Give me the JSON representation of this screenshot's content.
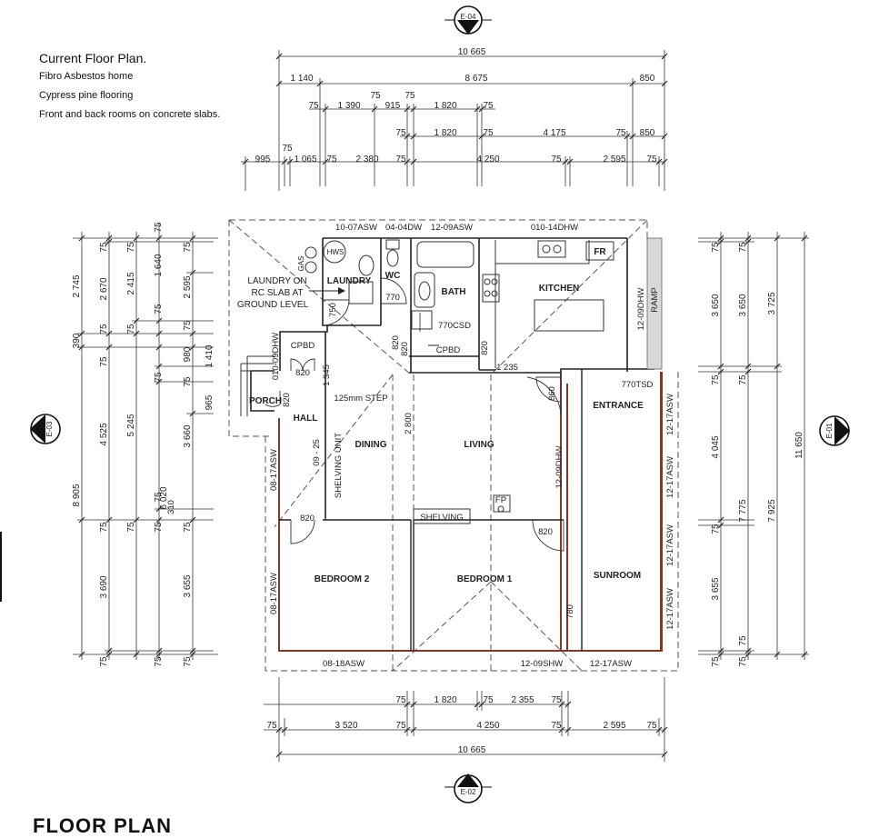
{
  "notes": {
    "title": "Current Floor Plan.",
    "lines": [
      "Fibro Asbestos home",
      "Cypress pine flooring",
      "Front and back rooms on concrete slabs."
    ]
  },
  "footer_title": "FLOOR PLAN",
  "elevation_markers": {
    "top": "E-04",
    "bottom": "E-02",
    "left": "E-03",
    "right": "E-01"
  },
  "rooms": {
    "laundry": "LAUNDRY",
    "wc": "WC",
    "bath": "BATH",
    "kitchen": "KITCHEN",
    "porch": "PORCH",
    "hall": "HALL",
    "dining": "DINING",
    "living": "LIVING",
    "entrance": "ENTRANCE",
    "bedroom2": "BEDROOM 2",
    "bedroom1": "BEDROOM 1",
    "sunroom": "SUNROOM"
  },
  "fixtures": {
    "fr": "FR",
    "hws": "HWS",
    "gas": "GAS",
    "fp": "FP",
    "cpbd": "CPBD",
    "shelving": "SHELVING",
    "ramp": "RAMP",
    "step": "125mm STEP",
    "shelving_unit": "SHELVING UNIT",
    "laundry_note": [
      "LAUNDRY ON",
      "RC SLAB AT",
      "GROUND LEVEL"
    ]
  },
  "openings": {
    "w1": "10-07ASW",
    "w2": "04-04DW",
    "w3": "12-09ASW",
    "w4": "010-14DHW",
    "w5": "12-09DHW",
    "w6": "010-09DHW",
    "w7": "08-17ASW",
    "w8": "08-17ASW",
    "w9": "08-18ASW",
    "w10": "12-09SHW",
    "w11": "12-17ASW",
    "w12": "12-17ASW",
    "w13": "12-17ASW",
    "w14": "12-17ASW",
    "w15": "12-17ASW",
    "w16": "12-09DHW",
    "w17": "09 - 25",
    "d1": "770CSD",
    "d2": "770TSD",
    "d3": "820",
    "d4": "820",
    "d5": "820",
    "d6": "820",
    "d7": "860",
    "d8": "820",
    "d9": "770",
    "d10": "750",
    "d11": "780",
    "d12": "1 345",
    "d13": "1 235",
    "d14": "2 800",
    "d15": "820",
    "d16": "820",
    "d17": "310"
  },
  "dims_top": {
    "overall": "10 665",
    "r2": [
      "1 140",
      "8 675",
      "850"
    ],
    "r3": [
      "75",
      "1 390",
      "915",
      "1 820",
      "75",
      "75",
      "75"
    ],
    "r4": [
      "75",
      "1 820",
      "75",
      "4 175",
      "75",
      "850"
    ],
    "r5": [
      "995",
      "75",
      "1 065",
      "75",
      "2 380",
      "75",
      "4 250",
      "75",
      "2 595",
      "75"
    ]
  },
  "dims_bottom": {
    "r1": [
      "75",
      "1 820",
      "75",
      "2 355",
      "75"
    ],
    "r2": [
      "75",
      "3 520",
      "75",
      "4 250",
      "75",
      "2 595",
      "75"
    ],
    "overall": "10 665"
  },
  "dims_left": {
    "c1": [
      "2 745",
      "390",
      "4 525",
      "8 905",
      "3 690"
    ],
    "c2": [
      "75",
      "2 670",
      "75",
      "75",
      "5 245",
      "75",
      "75"
    ],
    "c3": [
      "75",
      "2 415",
      "75",
      "6 020",
      "75"
    ],
    "c4": [
      "1 640",
      "75",
      "75",
      "980",
      "75",
      "3 660",
      "75",
      "75",
      "3 655",
      "75"
    ],
    "c5": [
      "75",
      "2 595",
      "75",
      "1 410",
      "965",
      "75",
      "75",
      "75"
    ]
  },
  "dims_right": {
    "c1": [
      "75",
      "3 650",
      "75",
      "4 045",
      "75",
      "3 655",
      "75"
    ],
    "c2": [
      "75",
      "3 650",
      "75",
      "7 775",
      "75",
      "75"
    ],
    "c3": [
      "3 725",
      "7 925"
    ],
    "c4": [
      "11 650"
    ]
  }
}
